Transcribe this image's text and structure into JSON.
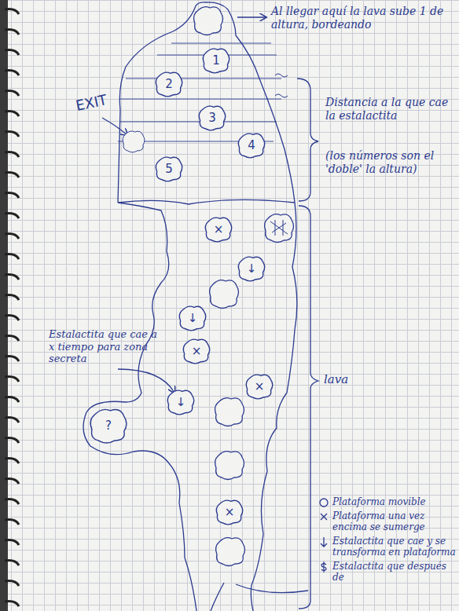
{
  "diagram": {
    "nodes": [
      {
        "text": [
          "1"
        ]
      },
      {
        "text": [
          "2"
        ]
      },
      {
        "text": [
          "3"
        ]
      },
      {
        "text": [
          "4"
        ]
      },
      {
        "text": [
          "5"
        ]
      },
      {
        "text": [
          "×"
        ]
      },
      {
        "text": [
          "↓"
        ]
      },
      {
        "text": [
          "↓"
        ]
      },
      {
        "text": [
          "×"
        ]
      },
      {
        "text": [
          "×"
        ]
      },
      {
        "text": [
          "↓"
        ]
      },
      {
        "text": [
          "?"
        ]
      },
      {
        "text": [
          "×"
        ]
      }
    ],
    "labels": [
      "Al llegar aquí la lava sube 1 de altura, bordeando",
      "EXIT",
      "Distancia a la que cae la estalactita",
      "(los números son el 'doble' la altura)",
      "lava",
      "Estalactita que cae a x tiempo para zona secreta"
    ],
    "legend": [
      {
        "text": "Plataforma movible"
      },
      {
        "text": "Plataforma una vez encima se sumerge"
      },
      {
        "text": "Estalactita que cae y se transforma en plataforma"
      },
      {
        "text": "Estalactita que después de"
      }
    ]
  }
}
